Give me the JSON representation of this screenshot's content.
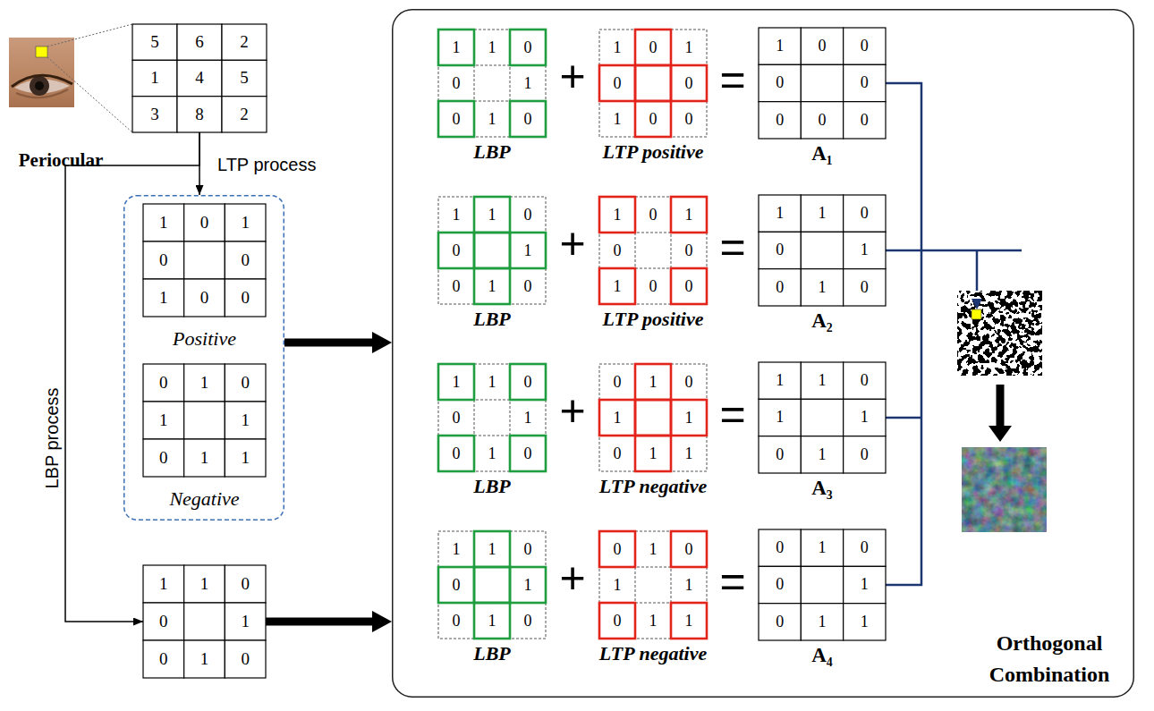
{
  "diagram": {
    "nodes": [
      {
        "text": [
          "5",
          "6",
          "2",
          "1",
          "4",
          "5",
          "3",
          "8",
          "2"
        ]
      },
      {
        "text": []
      },
      {
        "text": [
          "1",
          "0",
          "1",
          "0",
          "0",
          "1",
          "0",
          "0",
          "Positive"
        ],
        "in": 1
      },
      {
        "text": [
          "0",
          "1",
          "0",
          "1",
          "1",
          "0",
          "1",
          "1",
          "Negative"
        ],
        "in": 1
      },
      {
        "text": [
          "1",
          "1",
          "0",
          "0",
          "1",
          "0",
          "1",
          "0"
        ]
      },
      {
        "text": [
          "Orthogonal Combination"
        ]
      },
      {
        "text": [
          "1",
          "1",
          "0",
          "0",
          "1",
          "0",
          "1",
          "0",
          "LBP"
        ],
        "in": 5
      },
      {
        "text": [
          "1",
          "0",
          "1",
          "0",
          "0",
          "1",
          "0",
          "0",
          "LTP positive"
        ],
        "in": 5
      },
      {
        "text": [
          "1",
          "0",
          "0",
          "0",
          "0",
          "0",
          "0",
          "0",
          "A₁"
        ],
        "in": 5
      },
      {
        "text": [
          "1",
          "1",
          "0",
          "0",
          "1",
          "0",
          "1",
          "0",
          "LBP"
        ],
        "in": 5
      },
      {
        "text": [
          "1",
          "0",
          "1",
          "0",
          "0",
          "1",
          "0",
          "0",
          "LTP positive"
        ],
        "in": 5
      },
      {
        "text": [
          "1",
          "1",
          "0",
          "0",
          "1",
          "0",
          "1",
          "0",
          "A₂"
        ],
        "in": 5
      },
      {
        "text": [
          "1",
          "1",
          "0",
          "0",
          "1",
          "0",
          "1",
          "0",
          "LBP"
        ],
        "in": 5
      },
      {
        "text": [
          "0",
          "1",
          "0",
          "1",
          "1",
          "0",
          "1",
          "1",
          "LTP negative"
        ],
        "in": 5
      },
      {
        "text": [
          "1",
          "1",
          "0",
          "1",
          "1",
          "0",
          "1",
          "0",
          "A₃"
        ],
        "in": 5
      },
      {
        "text": [
          "1",
          "1",
          "0",
          "0",
          "1",
          "0",
          "1",
          "0",
          "LBP"
        ],
        "in": 5
      },
      {
        "text": [
          "0",
          "1",
          "0",
          "1",
          "1",
          "0",
          "1",
          "1",
          "LTP negative"
        ],
        "in": 5
      },
      {
        "text": [
          "0",
          "1",
          "0",
          "0",
          "1",
          "0",
          "1",
          "1",
          "A₄"
        ],
        "in": 5
      }
    ],
    "edges": [
      {
        "from": 0,
        "to": 1,
        "arrow": "to",
        "label": "LTP process"
      },
      {
        "from": 0,
        "to": 4,
        "arrow": "to",
        "label": "LBP process"
      },
      {
        "from": 1,
        "to": 5,
        "arrow": "to"
      },
      {
        "from": 4,
        "to": 5,
        "arrow": "to"
      }
    ],
    "labels": [
      "Periocular",
      "+",
      "=",
      "+",
      "=",
      "+",
      "=",
      "+",
      "="
    ]
  }
}
